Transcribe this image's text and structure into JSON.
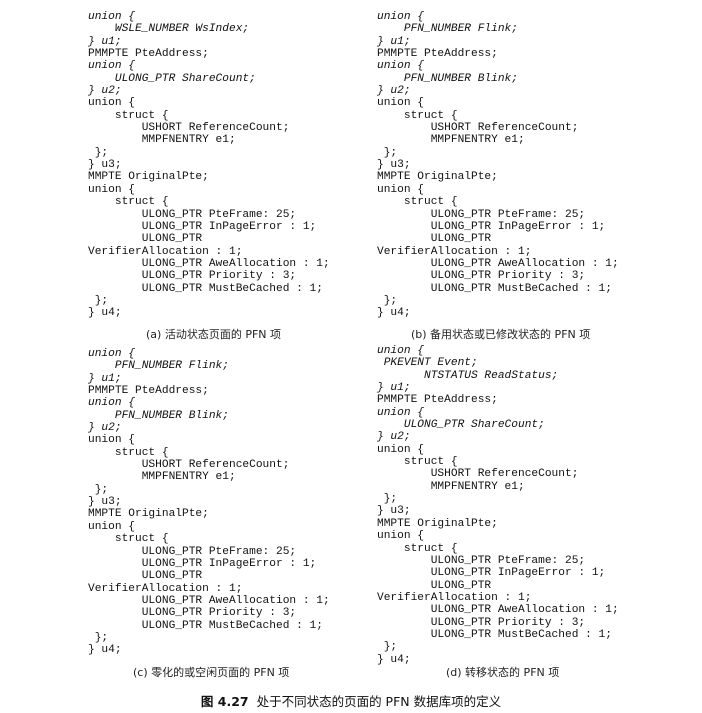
{
  "panels": [
    {
      "caption": "(a) 活动状态页面的 PFN 项",
      "lines": [
        {
          "t": "union {",
          "i": true
        },
        {
          "t": "    WSLE_NUMBER WsIndex;",
          "i": true
        },
        {
          "t": "} u1;",
          "i": true
        },
        {
          "t": "PMMPTE PteAddress;",
          "i": false
        },
        {
          "t": "union {",
          "i": true
        },
        {
          "t": "    ULONG_PTR ShareCount;",
          "i": true
        },
        {
          "t": "} u2;",
          "i": true
        },
        {
          "t": "union {",
          "i": false
        },
        {
          "t": "    struct {",
          "i": false
        },
        {
          "t": "        USHORT ReferenceCount;",
          "i": false
        },
        {
          "t": "        MMPFNENTRY e1;",
          "i": false
        },
        {
          "t": " };",
          "i": false
        },
        {
          "t": "} u3;",
          "i": false
        },
        {
          "t": "MMPTE OriginalPte;",
          "i": false
        },
        {
          "t": "union {",
          "i": false
        },
        {
          "t": "    struct {",
          "i": false
        },
        {
          "t": "        ULONG_PTR PteFrame: 25;",
          "i": false
        },
        {
          "t": "        ULONG_PTR InPageError : 1;",
          "i": false
        },
        {
          "t": "        ULONG_PTR",
          "i": false
        },
        {
          "t": "VerifierAllocation : 1;",
          "i": false
        },
        {
          "t": "        ULONG_PTR AweAllocation : 1;",
          "i": false
        },
        {
          "t": "        ULONG_PTR Priority : 3;",
          "i": false
        },
        {
          "t": "        ULONG_PTR MustBeCached : 1;",
          "i": false
        },
        {
          "t": " };",
          "i": false
        },
        {
          "t": "} u4;",
          "i": false
        }
      ]
    },
    {
      "caption": "(b) 备用状态或已修改状态的 PFN 项",
      "lines": [
        {
          "t": "union {",
          "i": true
        },
        {
          "t": "    PFN_NUMBER Flink;",
          "i": true
        },
        {
          "t": "} u1;",
          "i": true
        },
        {
          "t": "PMMPTE PteAddress;",
          "i": false
        },
        {
          "t": "union {",
          "i": true
        },
        {
          "t": "    PFN_NUMBER Blink;",
          "i": true
        },
        {
          "t": "} u2;",
          "i": true
        },
        {
          "t": "union {",
          "i": false
        },
        {
          "t": "    struct {",
          "i": false
        },
        {
          "t": "        USHORT ReferenceCount;",
          "i": false
        },
        {
          "t": "        MMPFNENTRY e1;",
          "i": false
        },
        {
          "t": " };",
          "i": false
        },
        {
          "t": "} u3;",
          "i": false
        },
        {
          "t": "MMPTE OriginalPte;",
          "i": false
        },
        {
          "t": "union {",
          "i": false
        },
        {
          "t": "    struct {",
          "i": false
        },
        {
          "t": "        ULONG_PTR PteFrame: 25;",
          "i": false
        },
        {
          "t": "        ULONG_PTR InPageError : 1;",
          "i": false
        },
        {
          "t": "        ULONG_PTR",
          "i": false
        },
        {
          "t": "VerifierAllocation : 1;",
          "i": false
        },
        {
          "t": "        ULONG_PTR AweAllocation : 1;",
          "i": false
        },
        {
          "t": "        ULONG_PTR Priority : 3;",
          "i": false
        },
        {
          "t": "        ULONG_PTR MustBeCached : 1;",
          "i": false
        },
        {
          "t": " };",
          "i": false
        },
        {
          "t": "} u4;",
          "i": false
        }
      ]
    },
    {
      "caption": "(c) 零化的或空闲页面的 PFN 项",
      "lines": [
        {
          "t": "union {",
          "i": true
        },
        {
          "t": "    PFN_NUMBER Flink;",
          "i": true
        },
        {
          "t": "} u1;",
          "i": true
        },
        {
          "t": "PMMPTE PteAddress;",
          "i": false
        },
        {
          "t": "union {",
          "i": true
        },
        {
          "t": "    PFN_NUMBER Blink;",
          "i": true
        },
        {
          "t": "} u2;",
          "i": true
        },
        {
          "t": "union {",
          "i": false
        },
        {
          "t": "    struct {",
          "i": false
        },
        {
          "t": "        USHORT ReferenceCount;",
          "i": false
        },
        {
          "t": "        MMPFNENTRY e1;",
          "i": false
        },
        {
          "t": " };",
          "i": false
        },
        {
          "t": "} u3;",
          "i": false
        },
        {
          "t": "MMPTE OriginalPte;",
          "i": false
        },
        {
          "t": "union {",
          "i": false
        },
        {
          "t": "    struct {",
          "i": false
        },
        {
          "t": "        ULONG_PTR PteFrame: 25;",
          "i": false
        },
        {
          "t": "        ULONG_PTR InPageError : 1;",
          "i": false
        },
        {
          "t": "        ULONG_PTR",
          "i": false
        },
        {
          "t": "VerifierAllocation : 1;",
          "i": false
        },
        {
          "t": "        ULONG_PTR AweAllocation : 1;",
          "i": false
        },
        {
          "t": "        ULONG_PTR Priority : 3;",
          "i": false
        },
        {
          "t": "        ULONG_PTR MustBeCached : 1;",
          "i": false
        },
        {
          "t": " };",
          "i": false
        },
        {
          "t": "} u4;",
          "i": false
        }
      ]
    },
    {
      "caption": "(d) 转移状态的 PFN 项",
      "lines": [
        {
          "t": "union {",
          "i": true
        },
        {
          "t": " PKEVENT Event;",
          "i": true
        },
        {
          "t": "       NTSTATUS ReadStatus;",
          "i": true
        },
        {
          "t": "} u1;",
          "i": true
        },
        {
          "t": "PMMPTE PteAddress;",
          "i": false
        },
        {
          "t": "union {",
          "i": true
        },
        {
          "t": "    ULONG_PTR ShareCount;",
          "i": true
        },
        {
          "t": "} u2;",
          "i": true
        },
        {
          "t": "union {",
          "i": false
        },
        {
          "t": "    struct {",
          "i": false
        },
        {
          "t": "        USHORT ReferenceCount;",
          "i": false
        },
        {
          "t": "        MMPFNENTRY e1;",
          "i": false
        },
        {
          "t": " };",
          "i": false
        },
        {
          "t": "} u3;",
          "i": false
        },
        {
          "t": "MMPTE OriginalPte;",
          "i": false
        },
        {
          "t": "union {",
          "i": false
        },
        {
          "t": "    struct {",
          "i": false
        },
        {
          "t": "        ULONG_PTR PteFrame: 25;",
          "i": false
        },
        {
          "t": "        ULONG_PTR InPageError : 1;",
          "i": false
        },
        {
          "t": "        ULONG_PTR",
          "i": false
        },
        {
          "t": "VerifierAllocation : 1;",
          "i": false
        },
        {
          "t": "        ULONG_PTR AweAllocation : 1;",
          "i": false
        },
        {
          "t": "        ULONG_PTR Priority : 3;",
          "i": false
        },
        {
          "t": "        ULONG_PTR MustBeCached : 1;",
          "i": false
        },
        {
          "t": " };",
          "i": false
        },
        {
          "t": "} u4;",
          "i": false
        }
      ]
    }
  ],
  "figure": {
    "label": "图 4.27",
    "title": "处于不同状态的页面的 PFN 数据库项的定义"
  }
}
